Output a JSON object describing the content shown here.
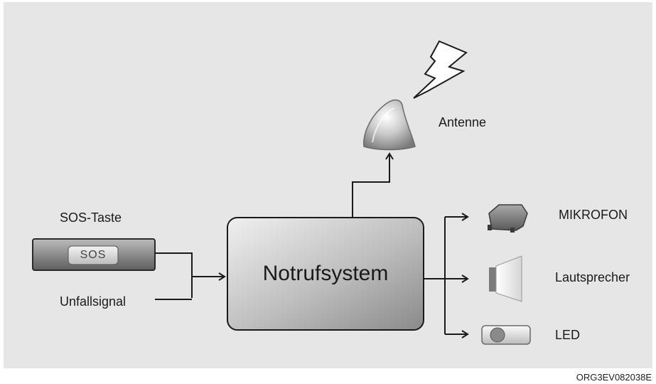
{
  "labels": {
    "sos_taste": "SOS-Taste",
    "sos_button_text": "SOS",
    "unfallsignal": "Unfallsignal",
    "notrufsystem": "Notrufsystem",
    "antenne": "Antenne",
    "mikrofon": "MIKROFON",
    "lautsprecher": "Lautsprecher",
    "led": "LED"
  },
  "image_code": "ORG3EV082038E",
  "colors": {
    "background": "#e6e6e6",
    "line": "#1a1a1a",
    "box_fill_light": "#e8e8e8",
    "box_fill_dark": "#8f8f8f"
  }
}
